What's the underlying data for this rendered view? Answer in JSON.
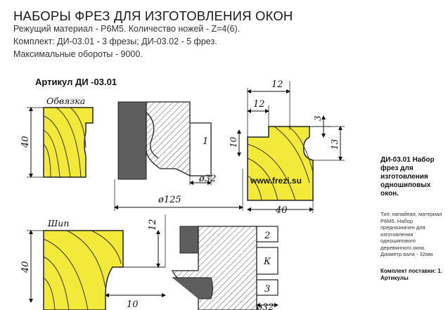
{
  "header": {
    "title": "НАБОРЫ ФРЕЗ ДЛЯ ИЗГОТОВЛЕНИЯ ОКОН",
    "lines": [
      "Режущий материал - Р6М5. Количество ножей - Z=4(6).",
      "Комплект: ДИ-03.01 - 3 фрезы; ДИ-03.02 - 5 фрез.",
      "Максимальные обороты - 9000."
    ]
  },
  "drawing": {
    "article": "Артикул ДИ -03.01",
    "labels": {
      "obvyazka": "Обвязка",
      "ship": "Шип",
      "num1": "1",
      "num2": "2",
      "numK": "К",
      "num3": "3",
      "watermark": "www.frezi.su"
    },
    "dims": {
      "d40_top": "40",
      "d40_bottom": "40",
      "d40_horiz": "40",
      "d12_top": "12",
      "d12_second": "12",
      "d12_vert": "12",
      "d10": "10",
      "d3": "3",
      "d13": "13",
      "d32_top": "ø32",
      "d125": "ø125",
      "d10_bottom": "10",
      "d32_bottom": "ø32"
    },
    "colors": {
      "wood": "#f3e93a",
      "steel": "#5e5e5e",
      "hatch": "#444444"
    }
  },
  "sidebar": {
    "title": "ДИ-03.01 Набор фрез для изготовления одношиповых окон.",
    "body": "Тип: напайная, материал Р6М5. Набор предназначен для изготовления одношипового деревянного окна. Диаметр вала - 32мм",
    "kit": "Комплект поставки: 1. Артикулы"
  }
}
